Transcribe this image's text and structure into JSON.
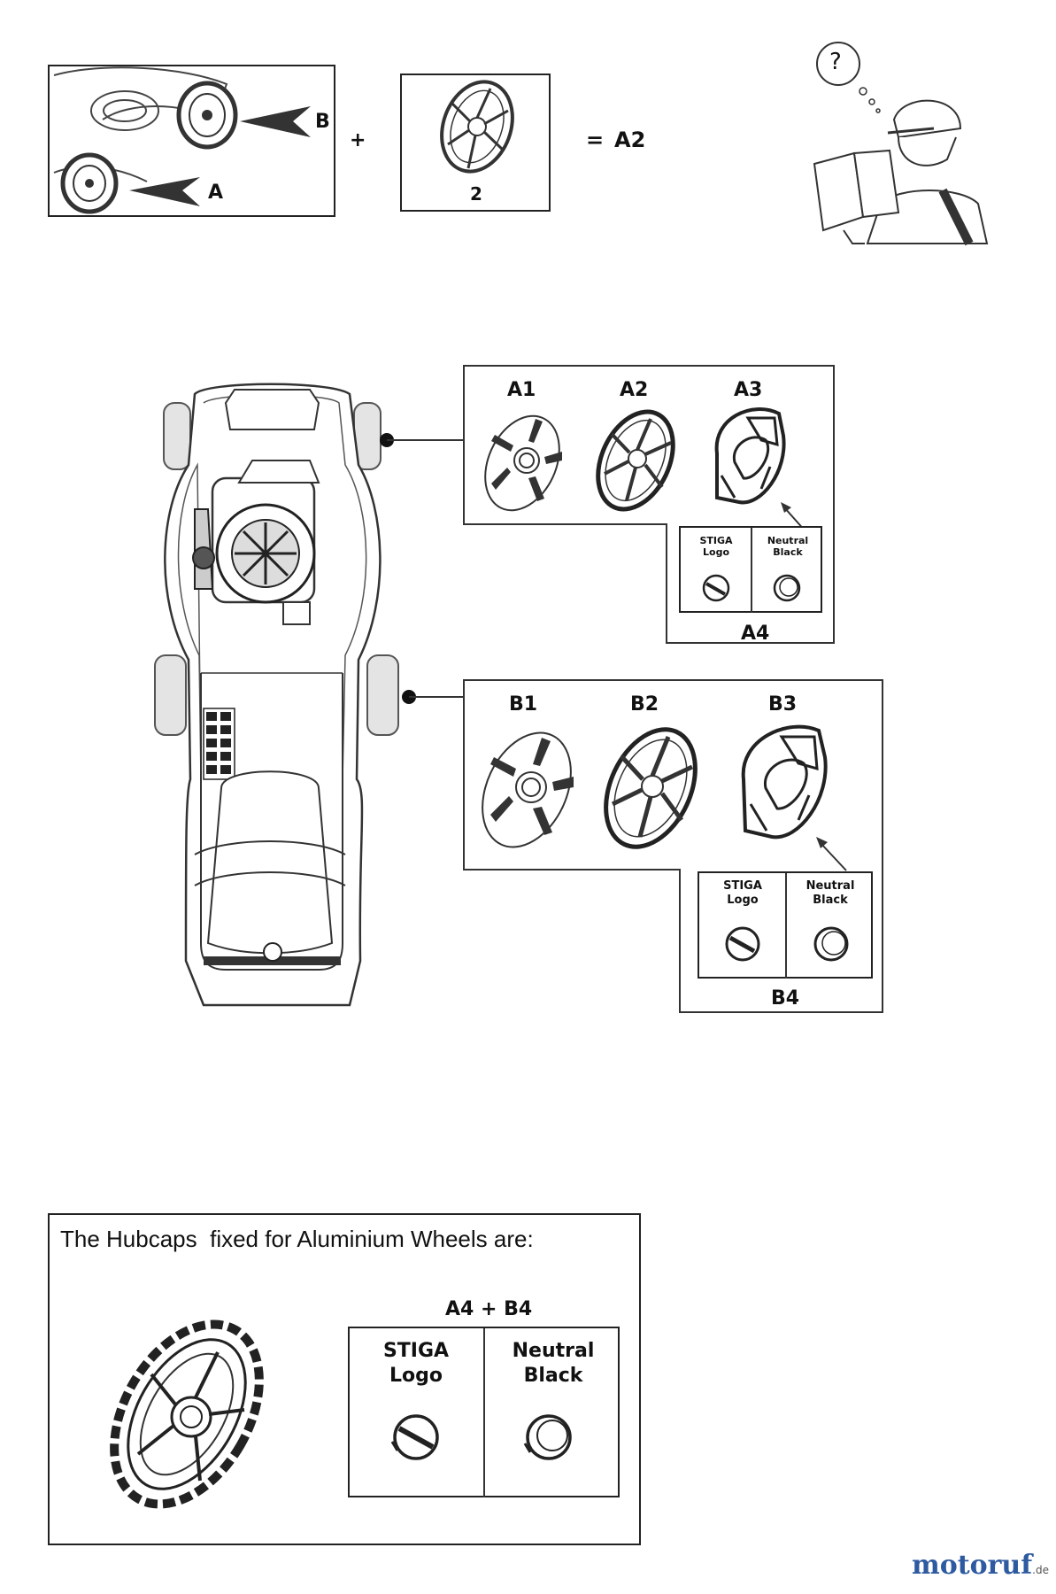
{
  "intro": {
    "label_b": "B",
    "label_a": "A",
    "plus": "+",
    "part_number": "2",
    "equals": "=",
    "result": "A2",
    "question_mark": "?"
  },
  "front_options": {
    "labels": [
      "A1",
      "A2",
      "A3"
    ],
    "insert_title": "A4",
    "insert_stiga": "STIGA Logo",
    "insert_neutral": "Neutral Black"
  },
  "rear_options": {
    "labels": [
      "B1",
      "B2",
      "B3"
    ],
    "insert_title": "B4",
    "insert_stiga": "STIGA Logo",
    "insert_neutral": "Neutral Black"
  },
  "alu": {
    "heading": "The Hubcaps  fixed for Aluminium Wheels are:",
    "combo": "A4 + B4",
    "stiga": "STIGA Logo",
    "neutral": "Neutral Black"
  },
  "watermark": {
    "text": "motoruf",
    "suffix": ".de"
  }
}
